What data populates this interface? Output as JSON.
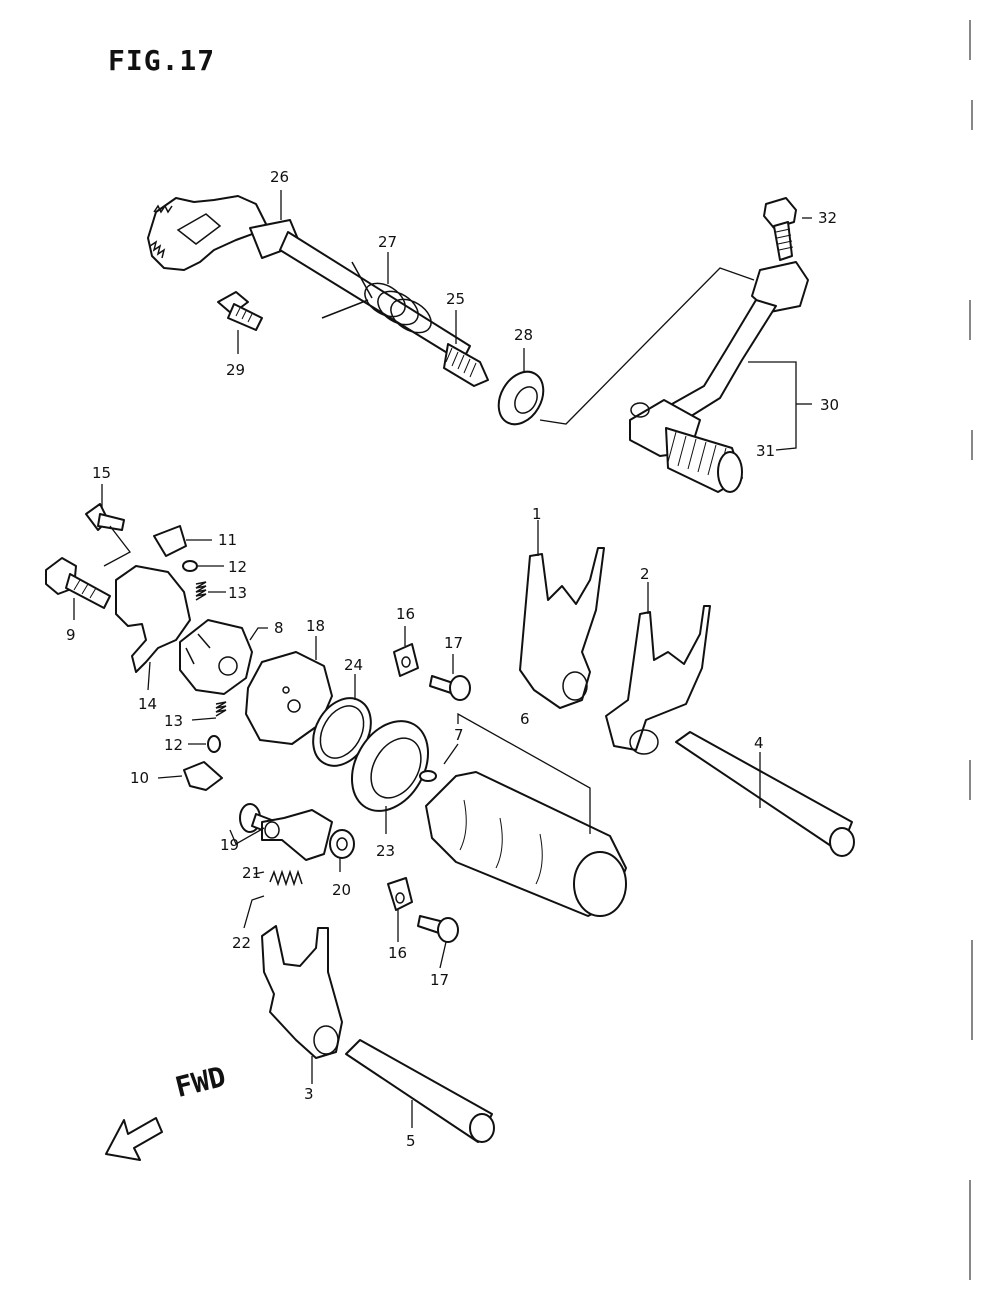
{
  "figure_title": "FIG.17",
  "direction_label": "FWD",
  "callouts": [
    {
      "id": "1",
      "label": "1"
    },
    {
      "id": "2",
      "label": "2"
    },
    {
      "id": "3",
      "label": "3"
    },
    {
      "id": "4",
      "label": "4"
    },
    {
      "id": "5",
      "label": "5"
    },
    {
      "id": "6",
      "label": "6"
    },
    {
      "id": "7",
      "label": "7"
    },
    {
      "id": "8",
      "label": "8"
    },
    {
      "id": "9",
      "label": "9"
    },
    {
      "id": "10",
      "label": "10"
    },
    {
      "id": "11",
      "label": "11"
    },
    {
      "id": "12a",
      "label": "12"
    },
    {
      "id": "12b",
      "label": "12"
    },
    {
      "id": "13a",
      "label": "13"
    },
    {
      "id": "13b",
      "label": "13"
    },
    {
      "id": "14",
      "label": "14"
    },
    {
      "id": "15",
      "label": "15"
    },
    {
      "id": "16a",
      "label": "16"
    },
    {
      "id": "16b",
      "label": "16"
    },
    {
      "id": "17a",
      "label": "17"
    },
    {
      "id": "17b",
      "label": "17"
    },
    {
      "id": "18",
      "label": "18"
    },
    {
      "id": "19",
      "label": "19"
    },
    {
      "id": "20",
      "label": "20"
    },
    {
      "id": "21",
      "label": "21"
    },
    {
      "id": "22",
      "label": "22"
    },
    {
      "id": "23",
      "label": "23"
    },
    {
      "id": "24",
      "label": "24"
    },
    {
      "id": "25",
      "label": "25"
    },
    {
      "id": "26",
      "label": "26"
    },
    {
      "id": "27",
      "label": "27"
    },
    {
      "id": "28",
      "label": "28"
    },
    {
      "id": "29",
      "label": "29"
    },
    {
      "id": "30",
      "label": "30"
    },
    {
      "id": "31",
      "label": "31"
    },
    {
      "id": "32",
      "label": "32"
    }
  ]
}
